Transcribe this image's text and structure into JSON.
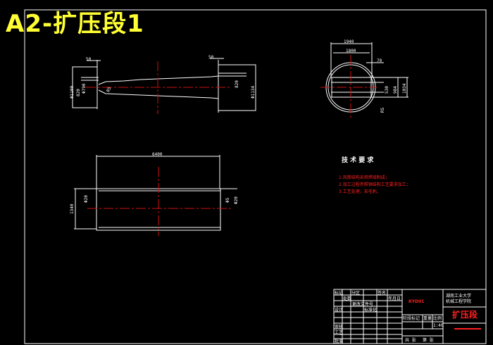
{
  "title": "A2-扩压段1",
  "colors": {
    "background": "#000000",
    "lines": "#ffffff",
    "centerlines": "#d01010",
    "title": "#ffff33",
    "notes": "#ff2020"
  },
  "front_view": {
    "dims": [
      "50",
      "50",
      "Φ1100",
      "820",
      "Φ790",
      "Φ1134",
      "820",
      "R5"
    ]
  },
  "end_view": {
    "dims": [
      "1940",
      "1800",
      "70",
      "530",
      "984",
      "1034",
      "R5"
    ]
  },
  "side_view": {
    "dims": [
      "6400",
      "1340",
      "Φ20",
      "Φ20",
      "Φ5"
    ]
  },
  "notes": {
    "heading": "技 术 要 求",
    "items": [
      "1.风筒结构采用焊接制成；",
      "2.加工过程参照钢结构工艺要求加工；",
      "3.工艺处理，去毛刺。"
    ]
  },
  "title_block": {
    "school": "湖南工业大学",
    "dept": "机械工程学院",
    "part_name": "扩压段",
    "drawing_no": "KYD01",
    "labels": [
      "标记",
      "处数",
      "分区",
      "更改文件号",
      "签名",
      "年月日",
      "设计",
      "标准化",
      "审核",
      "工艺",
      "批准",
      "阶段标记",
      "重量",
      "比例",
      "共 张",
      "第 张"
    ],
    "scale": "1:40"
  }
}
